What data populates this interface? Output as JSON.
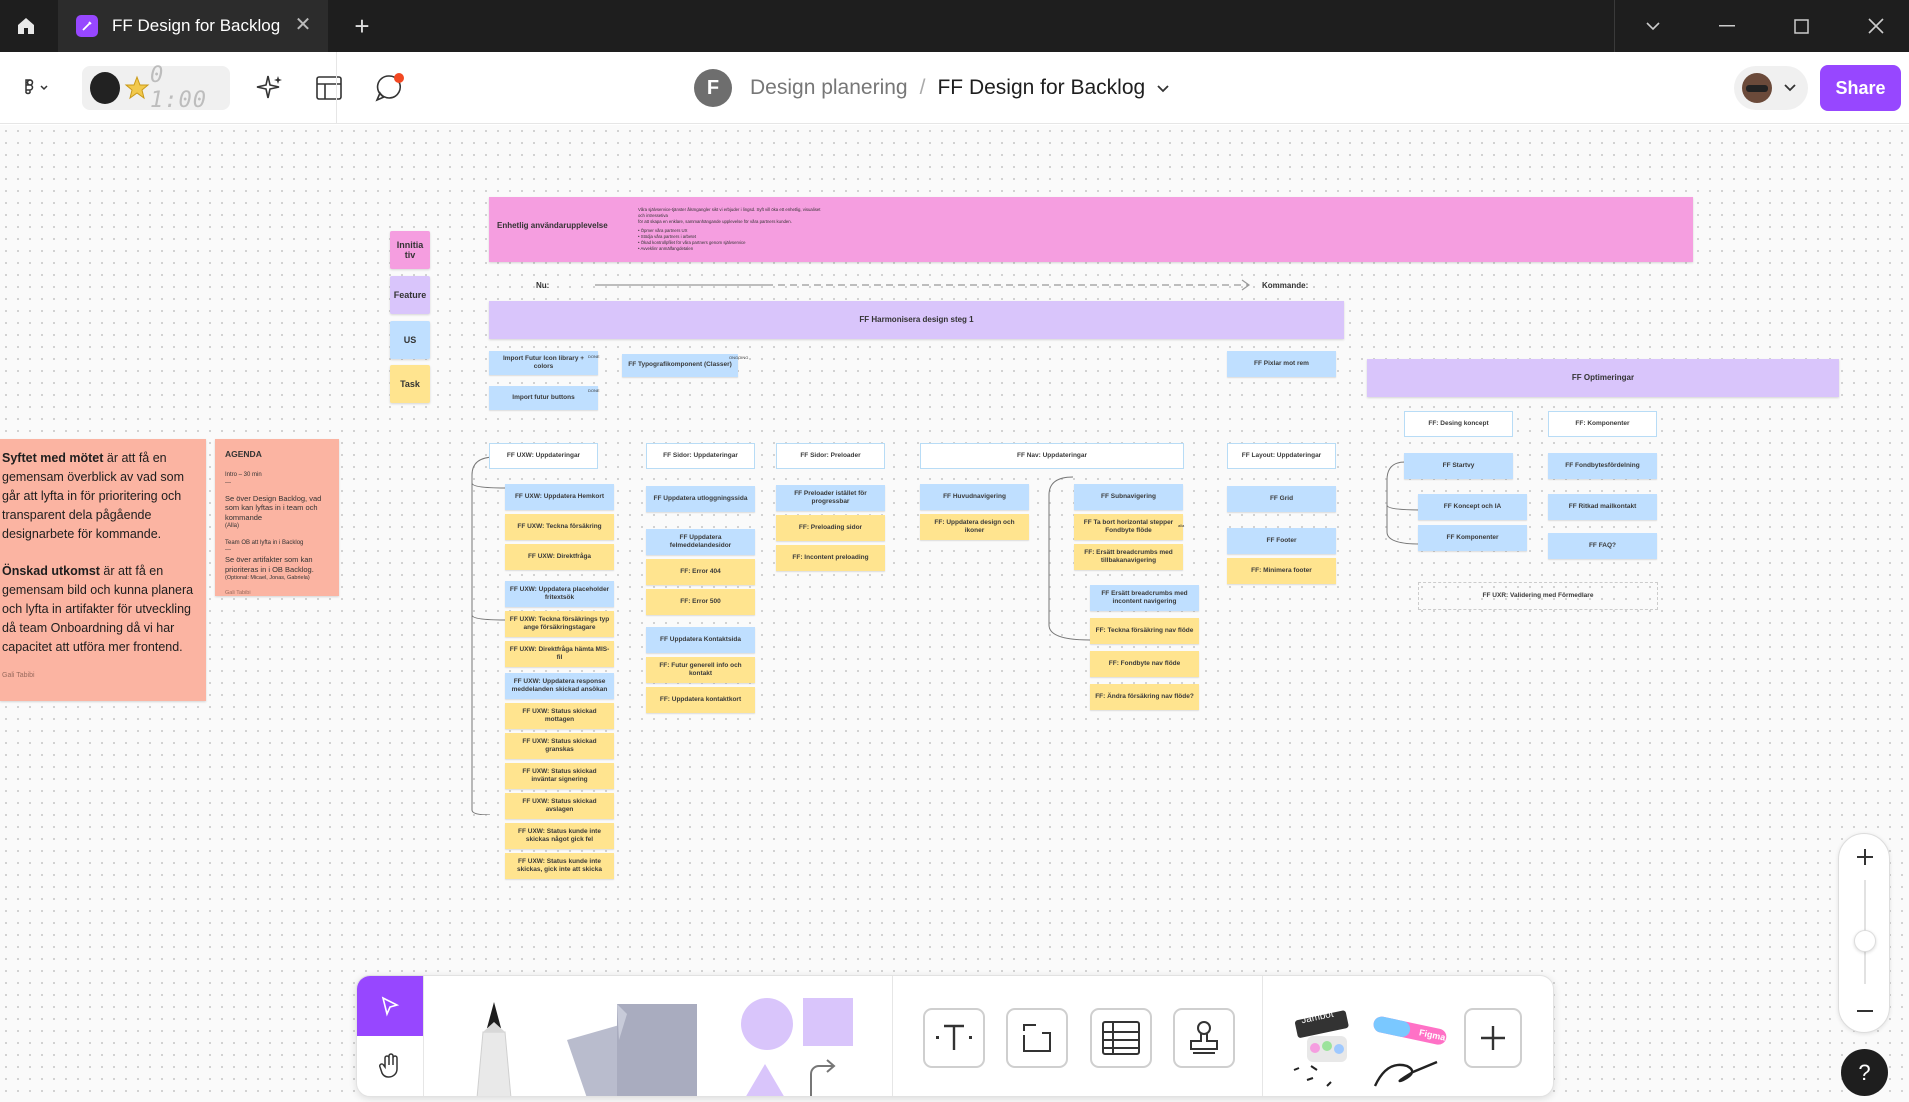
{
  "tab": {
    "title": "FF Design for Backlog"
  },
  "timer": {
    "time": "0 1:00"
  },
  "breadcrumb": {
    "avatar": "F",
    "team": "Design planering",
    "separator": "/",
    "file": "FF Design for Backlog"
  },
  "share_label": "Share",
  "legend": [
    "Innitia tiv",
    "Feature",
    "US",
    "Task"
  ],
  "purpose_note": {
    "bold1": "Syftet med mötet",
    "text1": " är att få en gemensam överblick av vad som går att lyfta in för prioritering och transparent dela pågående designarbete för kommande.",
    "bold2": "Önskad utkomst",
    "text2": " är att få en gemensam bild och kunna planera och lyfta in artifakter för utveckling då team Onboardning då vi har capacitet att utföra mer frontend.",
    "author": "Gali Tabibi"
  },
  "agenda_note": {
    "title": "AGENDA",
    "intro": "Intro – 30 min",
    "dash1": "---",
    "item1": "Se över Design Backlog, vad som kan lyftas in i team och kommande",
    "item1b": "(Alla)",
    "item2": "Team OB att lyfta in i Backlog",
    "dash2": "---",
    "item3": "Se över artifakter som kan prioriteras in i OB Backlog.",
    "item3b": "(Optional: Micael, Jonas, Gabriela)",
    "author": "Gali Tabibi"
  },
  "initiative": {
    "title": "Enhetlig användarupplevelse",
    "desc1": "Våra självservice-tjänster ålsmgangler sikt vi erbjuder i lingsd. Syft vill öka ett enhetlig, visualiset och intressetiva",
    "desc2": "för att skapa en enklare, sammanhängande upplevelse för våra partners kunden.",
    "bullets": [
      "• Öpmer våra partners UX",
      "• Stödja våra partners i arbetet",
      "• Ökad kontrollpfilet för våra partners genom självservice",
      "• Avveklinr anmälfangdetalen"
    ]
  },
  "timeline": {
    "now": "Nu:",
    "coming": "Kommande:"
  },
  "feature1": "FF Harmonisera design steg 1",
  "feature2": "FF Optimeringar",
  "tags": {
    "done": "DONE",
    "ongoing": "ONGOING"
  },
  "top_cards": [
    "Import Futur Icon library + colors",
    "Import futur buttons",
    "FF Typografikomponent (Classer)",
    "FF Pixlar mot rem"
  ],
  "col_uxw": {
    "header": "FF UXW: Uppdateringar",
    "items": [
      "FF UXW: Uppdatera Hemkort",
      "FF UXW: Teckna försäkring",
      "FF UXW: Direktfråga",
      "FF UXW: Uppdatera placeholder fritextsök",
      "FF UXW: Teckna försäkrings typ ange försäkringstagare",
      "FF UXW: Direktfråga hämta MIS-fil",
      "FF UXW: Uppdatera response meddelanden skickad ansökan",
      "FF UXW: Status skickad mottagen",
      "FF UXW: Status skickad granskas",
      "FF UXW: Status skickad inväntar signering",
      "FF UXW: Status skickad avslagen",
      "FF UXW: Status kunde inte skickas något gick fel",
      "FF UXW: Status kunde inte skickas, gick inte att skicka"
    ]
  },
  "col_sidor": {
    "header": "FF Sidor: Uppdateringar",
    "items": [
      "FF Uppdatera utloggningssida",
      "FF Uppdatera felmeddelandesidor",
      "FF: Error 404",
      "FF: Error 500",
      "FF Uppdatera Kontaktsida",
      "FF: Futur generell info och kontakt",
      "FF: Uppdatera kontaktkort"
    ]
  },
  "col_preloader": {
    "header": "FF Sidor: Preloader",
    "items": [
      "FF Preloader istället för progressbar",
      "FF: Preloading sidor",
      "FF: Incontent preloading"
    ]
  },
  "col_nav": {
    "header": "FF Nav: Uppdateringar",
    "items": [
      "FF Huvudnavigering",
      "FF: Uppdatera design och ikoner",
      "FF Subnavigering",
      "FF Ta bort horizontal stepper Fondbyte flöde",
      "FF: Ersätt breadcrumbs med tillbakanavigering",
      "FF Ersätt breadcrumbs med incontent navigering",
      "FF: Teckna försäkring nav flöde",
      "FF: Fondbyte nav flöde",
      "FF: Ändra försäkring nav flöde?"
    ],
    "side_tag": "alla"
  },
  "col_layout": {
    "header": "FF Layout: Uppdateringar",
    "items": [
      "FF Grid",
      "FF Footer",
      "FF: Minimera footer"
    ]
  },
  "opt_concept": {
    "header": "FF: Desing koncept",
    "items": [
      "FF Startvy",
      "FF Koncept och IA",
      "FF Komponenter"
    ]
  },
  "opt_components": {
    "header": "FF: Komponenter",
    "items": [
      "FF Fondbytesfördelning",
      "FF Ritkad mailkontakt",
      "FF FAQ?"
    ]
  },
  "opt_dashed": "FF UXR: Validering med Förmedlare",
  "bottom": {
    "stickers": "Jambot",
    "figma": "Figma"
  }
}
